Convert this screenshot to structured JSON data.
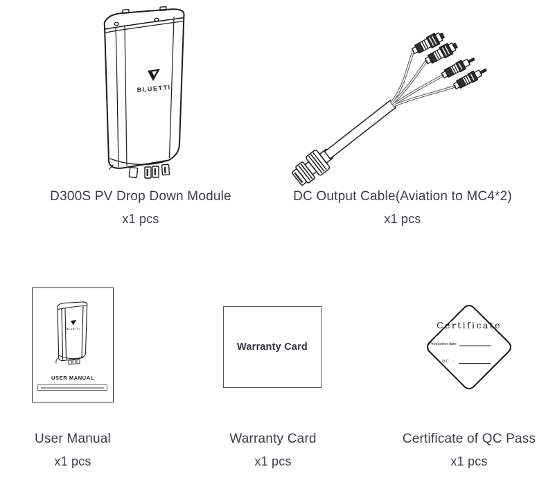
{
  "colors": {
    "text": "#3d3c46",
    "line": "#1c1c1c",
    "dark_fill": "#2e2e2e"
  },
  "items": [
    {
      "id": "module",
      "name": "D300S PV Drop Down Module",
      "qty": "x1 pcs"
    },
    {
      "id": "cable",
      "name": "DC Output Cable(Aviation to MC4*2)",
      "qty": "x1 pcs"
    },
    {
      "id": "manual",
      "name": "User Manual",
      "qty": "x1 pcs"
    },
    {
      "id": "warranty",
      "name": "Warranty Card",
      "qty": "x1 pcs"
    },
    {
      "id": "certificate",
      "name": "Certificate of QC Pass",
      "qty": "x1 pcs"
    }
  ],
  "illustrations": {
    "module": {
      "brand": "BLUETTI"
    },
    "manual": {
      "title": "USER MANUAL",
      "brand": "BLUETTI"
    },
    "warranty": {
      "label": "Warranty Card"
    },
    "certificate": {
      "title": "Certificate",
      "production_label": "Production date:",
      "qc_label": "Q.C",
      "qc_colon": ":"
    }
  }
}
